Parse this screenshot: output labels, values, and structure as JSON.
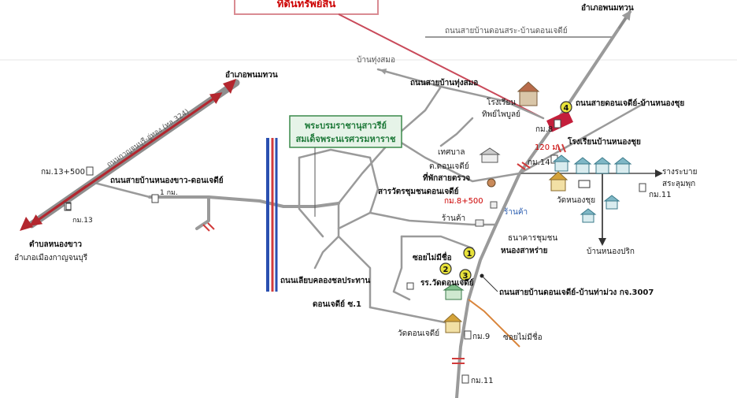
{
  "map": {
    "header_box_text": "ที่ดินทรัพย์สิน",
    "labels": {
      "amphoe_phanom_thuan_top": "อำเภอพนมทวน",
      "road_don_sa_don_chedi": "ถนนสายบ้านดอนสระ-บ้านดอนเจดีย์",
      "ban_thung_samo": "บ้านทุ่งสมอ",
      "road_thung_samo": "ถนนสายบ้านทุ่งสมอ",
      "school_phiboon": "โรงเรียน",
      "school_phiboon_2": "ทิพย์ไพบูลย์",
      "road_don_chedi_nong_chu": "ถนนสายดอนเจดีย์-บ้านหนองชุย",
      "amphoe_phanom_thuan_left": "อำเภอพนมทวน",
      "road_kanchanaburi": "ถนนกาญจนบุรี-อู่ทอง (ทล.324)",
      "km_13_500": "กม.13+500",
      "road_nong_khao_don_chedi": "ถนนสายบ้านหนองขาว-ดอนเจดีย์",
      "km_1": "1 กม.",
      "km_13": "กม.13",
      "tambon_nong_khao": "ตำบลหนองขาว",
      "amphoe_mueang": "อำเภอเมืองกาญจนบุรี",
      "monument_line1": "พระบรมราชานุสาวรีย์",
      "monument_line2": "สมเด็จพระนเรศวรมหาราช",
      "km_8": "กม.8",
      "distance_120m": "120 ม.",
      "school_nong_chu": "โรงเรียนบ้านหนองชุย",
      "municipality_line1": "เทศบาล",
      "municipality_line2": "ต.ดอนเจดีย์",
      "km_14": "กม.14",
      "drain_line1": "รางระบาย",
      "drain_line2": "สระลุมพุก",
      "police_line1": "ที่พักสายตรวจ",
      "police_line2": "สารวัตรชุมชนดอนเจดีย์",
      "km_8_500": "กม.8+500",
      "wat_nong_chu": "วัดหนองชุย",
      "km_11_right": "กม.11",
      "shop_1": "ร้านค้า",
      "shop_2": "ร้านค้า",
      "bank_line1": "ธนาคารชุมชน",
      "bank_line2": "หนองสาหร่าย",
      "ban_nong_prik": "บ้านหนองปริก",
      "soi_no_name_1": "ซอยไม่มีชื่อ",
      "school_wat_don_chedi": "รร.วัดดอนเจดีย์",
      "road_kanal": "ถนนเลียบคลองชลประทาน",
      "road_don_chedi_tha_muang": "ถนนสายบ้านดอนเจดีย์-บ้านท่าม่วง กจ.3007",
      "don_chedi_soi_1": "ดอนเจดีย์ ซ.1",
      "wat_don_chedi": "วัดดอนเจดีย์",
      "km_9": "กม.9",
      "soi_no_name_2": "ซอยไม่มีชื่อ",
      "km_11_bottom": "กม.11"
    },
    "markers": [
      "1",
      "2",
      "3",
      "4"
    ],
    "colors": {
      "road": "#9a9a9a",
      "arrow_red": "#b3262e",
      "canal_blue": "#2a4fb0",
      "marker_yellow": "#e8e23a",
      "monument_box": "#e6f3e8"
    }
  }
}
